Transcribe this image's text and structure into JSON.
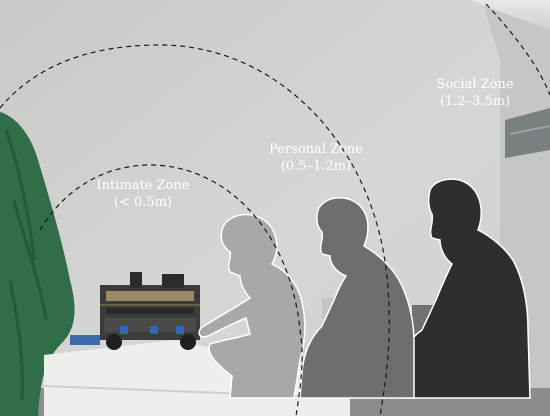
{
  "zones": [
    {
      "id": "intimate",
      "name": "Intimate Zone",
      "range": "(< 0.5m)"
    },
    {
      "id": "personal",
      "name": "Personal Zone",
      "range": "(0.5–1.2m)"
    },
    {
      "id": "social",
      "name": "Social Zone",
      "range": "(1.2–3.5m)"
    }
  ],
  "colors": {
    "wall": "#d3d3d1",
    "wall_shadow": "#b9b9b7",
    "table": "#eeeeec",
    "cloth": "#2f6e48",
    "silhouette_intimate": "#a8a8a8",
    "silhouette_personal": "#6e6e6e",
    "silhouette_social": "#2e2e2e"
  }
}
